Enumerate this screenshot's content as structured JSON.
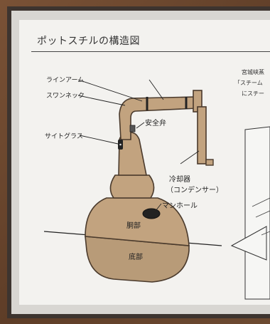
{
  "diagram": {
    "title": "ポットスチルの構造図",
    "labels": {
      "line_arm": "ラインアーム",
      "swan_neck": "スワンネック",
      "sight_glass": "サイトグラス",
      "safety_valve": "安全弁",
      "condenser_line1": "冷却器",
      "condenser_line2": "（コンデンサー）",
      "manhole": "マンホール",
      "body": "胴部",
      "bottom": "底部"
    },
    "side_text": {
      "line1": "宮城峡蒸",
      "line2": "「スチーム",
      "line3": "にスチー"
    },
    "colors": {
      "copper": "#c2a37f",
      "outline": "#4a3a2c",
      "sign": "#f3f2ef",
      "frame": "#3d342f"
    }
  }
}
